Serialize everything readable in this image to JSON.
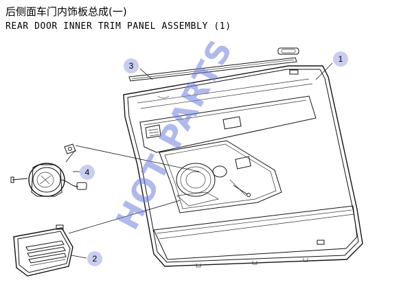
{
  "title_cn": "后侧面车门内饰板总成(一)",
  "title_en": "REAR DOOR INNER TRIM PANEL ASSEMBLY (1)",
  "watermark": "HOT PARTS",
  "callouts": [
    "1",
    "2",
    "3",
    "4"
  ]
}
